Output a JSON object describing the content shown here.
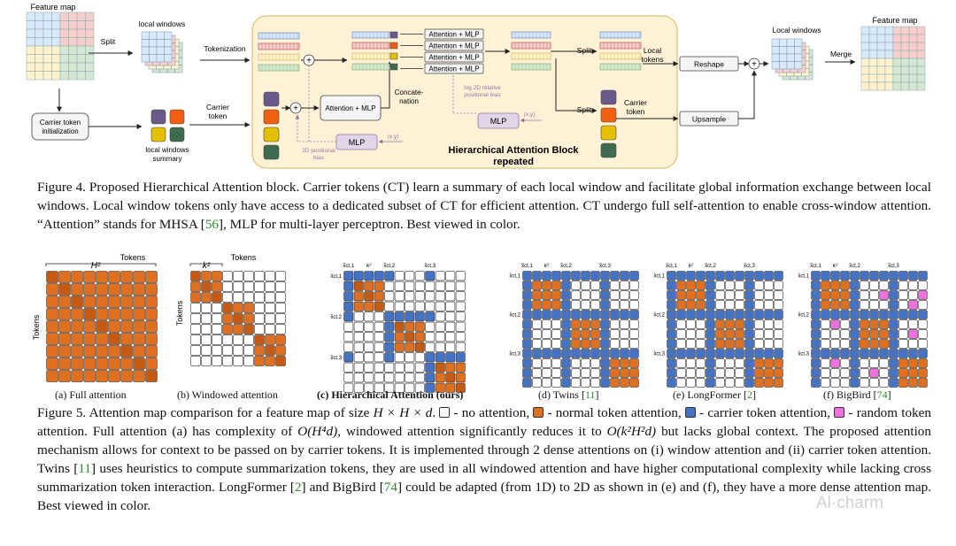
{
  "fig4": {
    "labels": {
      "feature_map_in": "Feature map",
      "split1": "Split",
      "local_windows1": "local windows",
      "tokenization": "Tokenization",
      "carrier_token_label": "Carrier token",
      "carrier_init_line1": "Carrier token",
      "carrier_init_line2": "initialization",
      "lws_line1": "local windows",
      "lws_line2": "summary",
      "attn_mlp_small": "Attention + MLP",
      "attn_mlp_big": "Attention + MLP",
      "concat_line1": "Concate-",
      "concat_line2": "nation",
      "mlp1": "MLP",
      "mlp2": "MLP",
      "xy1": "(x,y)",
      "xy2": "(x,y)",
      "pos2d_line1": "2D positional",
      "pos2d_line2": "bias",
      "log2d_line1": "log 2D relative",
      "log2d_line2": "positional bias",
      "hab_line1": "Hierarchical Attention Block",
      "hab_line2": "repeated",
      "split2": "Split",
      "split3": "Split",
      "local_tokens_line1": "Local",
      "local_tokens_line2": "tokens",
      "carrier_token_right_line1": "Carrier",
      "carrier_token_right_line2": "token",
      "reshape": "Reshape",
      "upsample": "Upsample",
      "local_windows2": "Local windows",
      "merge": "Merge",
      "feature_map_out": "Feature map"
    },
    "colors": {
      "blue": "#dae8fc",
      "red": "#f8cecc",
      "yellow": "#fff2cc",
      "green": "#d5e8d4",
      "purple": "#6a5a8a",
      "orange": "#f06010",
      "gold": "#e3c000",
      "darkgreen": "#3e6b50",
      "block_fill": "#fff2d6",
      "block_stroke": "#d6b656",
      "mlp_fill": "#e1d5e7",
      "mlp_stroke": "#9673a6"
    }
  },
  "fig4_caption": {
    "prefix": "Figure 4. Proposed Hierarchical Attention block. Carrier tokens (CT) learn a summary of each local window and facilitate global information exchange between local windows. Local window tokens only have access to a dedicated subset of CT for efficient attention. CT undergo full self-attention to enable cross-window attention. “Attention” stands for MHSA [",
    "cite1": "56",
    "suffix": "], MLP for multi-layer perceptron. Best viewed in color."
  },
  "fig5": {
    "labels": {
      "h2": "H²",
      "k2": "k²",
      "tokens_top_a": "Tokens",
      "tokens_left_a": "Tokens",
      "tokens_top_b": "Tokens",
      "tokens_left_b": "Tokens",
      "ct_top_1": "x̂ct,1",
      "ct_top_k2": "k²",
      "ct_top_2": "x̂ct,2",
      "ct_top_3": "x̂ct,3",
      "ct_left_1": "x̂ct,1",
      "ct_left_2": "x̂ct,2",
      "ct_left_3": "x̂ct,3"
    },
    "subcaptions": {
      "a": "(a) Full attention",
      "b": "(b) Windowed attention",
      "c": "(c) Hierarchical Attention (ours)",
      "d_prefix": "(d) Twins [",
      "d_cite": "11",
      "d_suffix": "]",
      "e_prefix": "(e) LongFormer [",
      "e_cite": "2",
      "e_suffix": "]",
      "f_prefix": "(f) BigBird [",
      "f_cite": "74",
      "f_suffix": "]"
    },
    "colors": {
      "orange": "#e07020",
      "orange_dark": "#c55a10",
      "blue": "#4472c4",
      "pink": "#f070e0",
      "empty": "#ffffff",
      "grid": "#333333"
    }
  },
  "fig5_caption": {
    "p1": "Figure 5.   Attention map comparison for a feature map of size ",
    "math1": "H × H × d",
    "p2": ". ",
    "leg_no": " - no attention, ",
    "leg_normal": " - normal token attention, ",
    "leg_carrier": " - carrier token attention, ",
    "leg_random": " - random token attention. Full attention (a) has complexity of ",
    "math2": "O(H⁴d)",
    "p3": ", windowed attention significantly reduces it to ",
    "math3": "O(k²H²d)",
    "p4": " but lacks global context. The proposed attention mechanism allows for context to be passed on by carrier tokens. It is implemented through 2 dense attentions on (i) window attention and (ii) carrier token attention. Twins [",
    "cite_twins": "11",
    "p5": "] uses heuristics to compute summarization tokens, they are used in all windowed attention and have higher computational complexity while lacking cross summarization token interaction. LongFormer [",
    "cite_lf": "2",
    "p6": "] and BigBird [",
    "cite_bb": "74",
    "p7": "] could be adapted (from 1D) to 2D as shown in (e) and (f), they have a more dense attention map. Best viewed in color."
  },
  "watermark": "Al·charm"
}
